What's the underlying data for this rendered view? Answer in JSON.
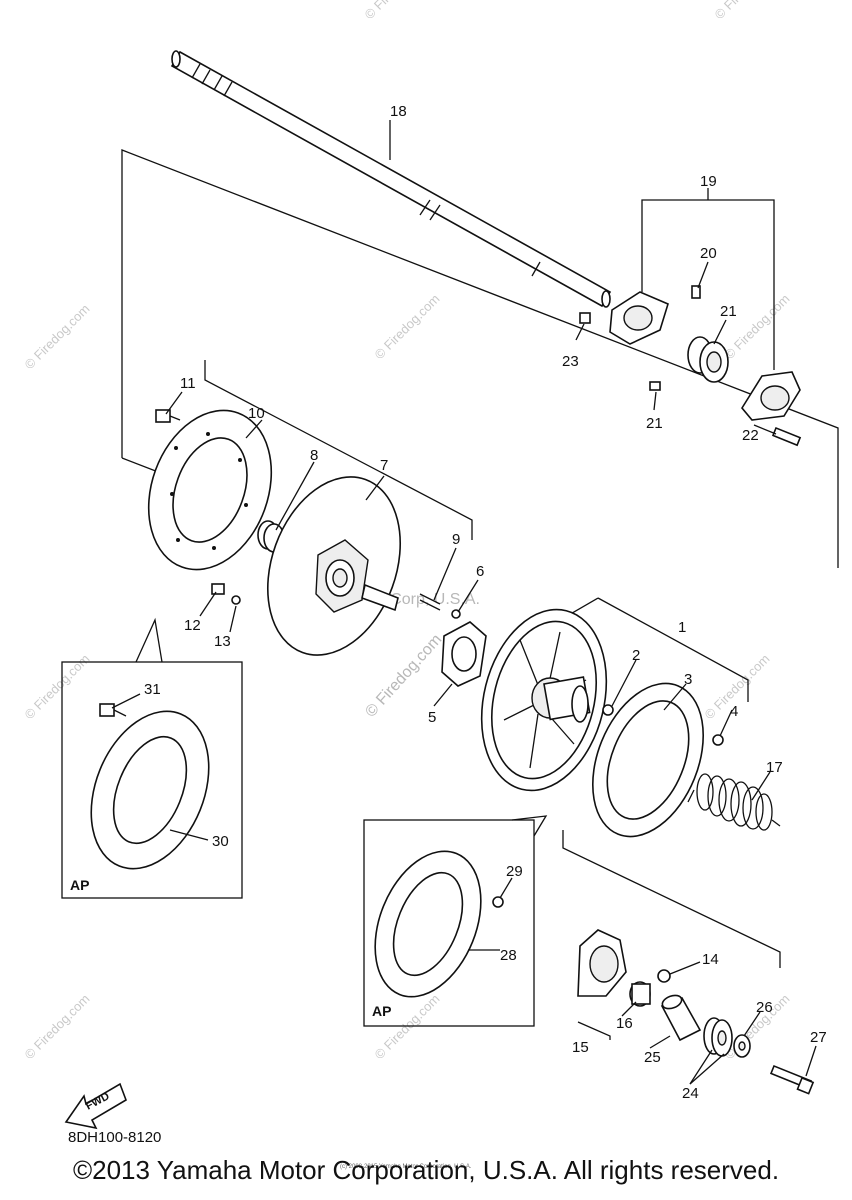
{
  "part_numbers": [
    "1",
    "2",
    "3",
    "4",
    "5",
    "6",
    "7",
    "8",
    "9",
    "10",
    "11",
    "12",
    "13",
    "14",
    "15",
    "16",
    "17",
    "18",
    "19",
    "20",
    "21",
    "21",
    "22",
    "23",
    "24",
    "25",
    "26",
    "27",
    "28",
    "29",
    "30",
    "31"
  ],
  "inset_labels": [
    "AP",
    "AP"
  ],
  "fwd_label": "FWD",
  "diagram_code": "8DH100-8120",
  "watermarks": {
    "site": "© Firedog.com",
    "center": "Yamaha Motor Corp, U.S.A.",
    "small_print": "(c) 2008-2015 Yamaha Motor Corporation, U.S.A."
  },
  "copyright": "©2013 Yamaha Motor Corporation, U.S.A. All rights reserved."
}
